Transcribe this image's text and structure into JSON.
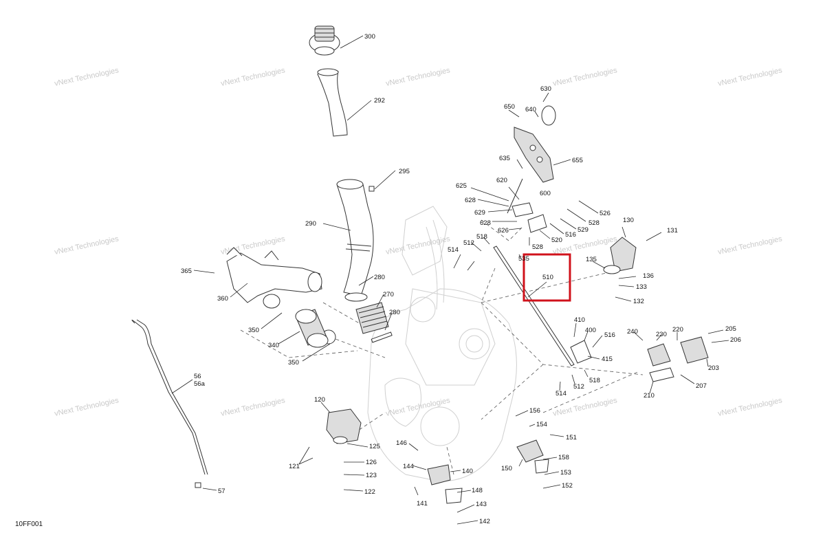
{
  "figure": {
    "code": "10FF001",
    "highlighted_part": "510"
  },
  "watermark_text": "vNext Technologies",
  "labels": [
    "300",
    "292",
    "295",
    "290",
    "280",
    "270",
    "280",
    "365",
    "360",
    "350",
    "340",
    "350",
    "56",
    "56a",
    "57",
    "120",
    "125",
    "126",
    "123",
    "122",
    "121",
    "146",
    "144",
    "140",
    "141",
    "148",
    "143",
    "142",
    "156",
    "154",
    "151",
    "150",
    "158",
    "153",
    "152",
    "630",
    "650",
    "640",
    "655",
    "635",
    "625",
    "620",
    "600",
    "628",
    "629",
    "628",
    "626",
    "526",
    "528",
    "529",
    "516",
    "520",
    "528",
    "514",
    "512",
    "518",
    "535",
    "510",
    "130",
    "131",
    "135",
    "136",
    "133",
    "132",
    "410",
    "400",
    "516",
    "415",
    "518",
    "512",
    "514",
    "240",
    "230",
    "220",
    "205",
    "206",
    "203",
    "207",
    "210"
  ],
  "colors": {
    "highlight": "#d0121b",
    "watermark": "#c9c9c9",
    "line": "#222222"
  }
}
